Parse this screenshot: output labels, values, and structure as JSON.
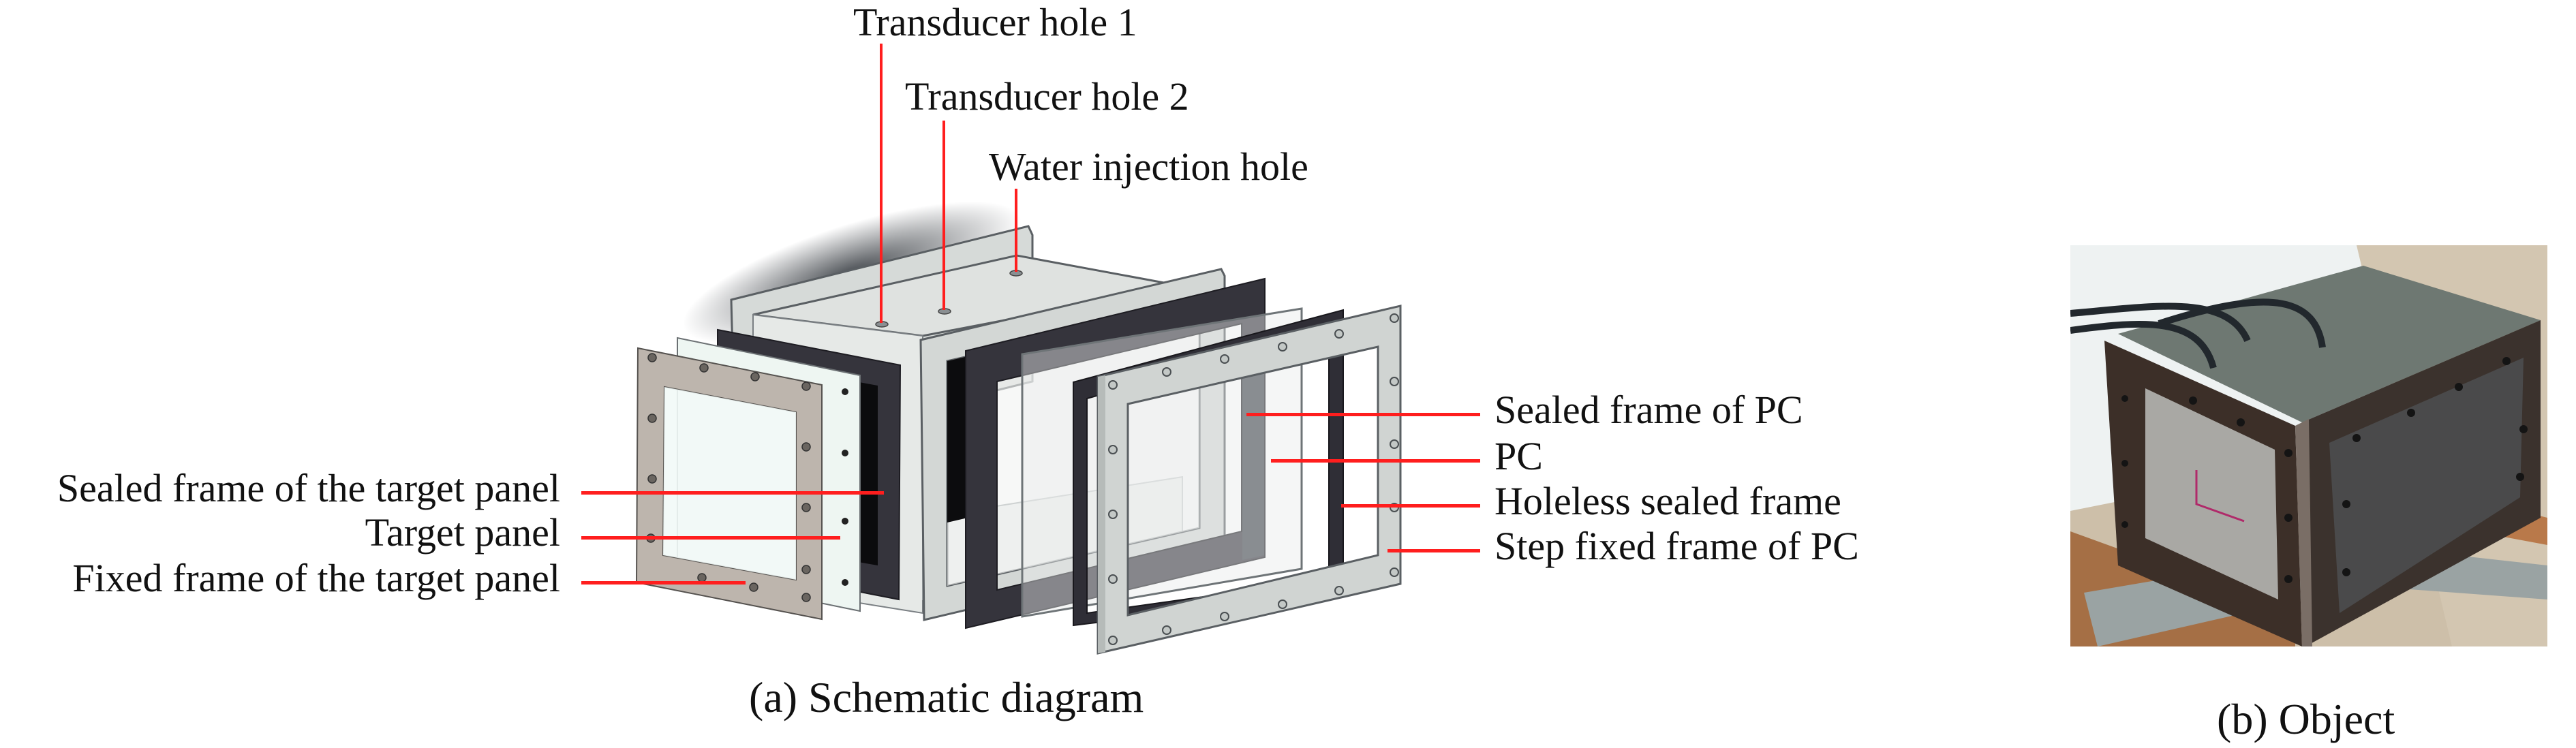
{
  "figure": {
    "panel_a": {
      "caption": "(a) Schematic diagram",
      "top_labels": [
        {
          "id": "transducer-hole-1",
          "text": "Transducer hole 1"
        },
        {
          "id": "transducer-hole-2",
          "text": "Transducer hole 2"
        },
        {
          "id": "water-injection-hole",
          "text": "Water injection hole"
        }
      ],
      "left_labels": [
        {
          "id": "sealed-frame-target-panel",
          "text": "Sealed frame of the target panel"
        },
        {
          "id": "target-panel",
          "text": "Target panel"
        },
        {
          "id": "fixed-frame-target-panel",
          "text": "Fixed frame of the target panel"
        }
      ],
      "right_labels": [
        {
          "id": "sealed-frame-pc",
          "text": "Sealed frame of PC"
        },
        {
          "id": "pc",
          "text": "PC"
        },
        {
          "id": "holeless-sealed-frame",
          "text": "Holeless sealed frame"
        },
        {
          "id": "step-fixed-frame-pc",
          "text": "Step fixed frame of PC"
        }
      ]
    },
    "panel_b": {
      "caption": "(b) Object"
    }
  },
  "colors": {
    "leader": "#ff1e1e",
    "fixed_frame": "#bdb5ad",
    "target_panel": "#eef6f2",
    "sealed_frame": "#35343c",
    "steel": "#d3d7d5",
    "edge": "#5a5f63"
  }
}
